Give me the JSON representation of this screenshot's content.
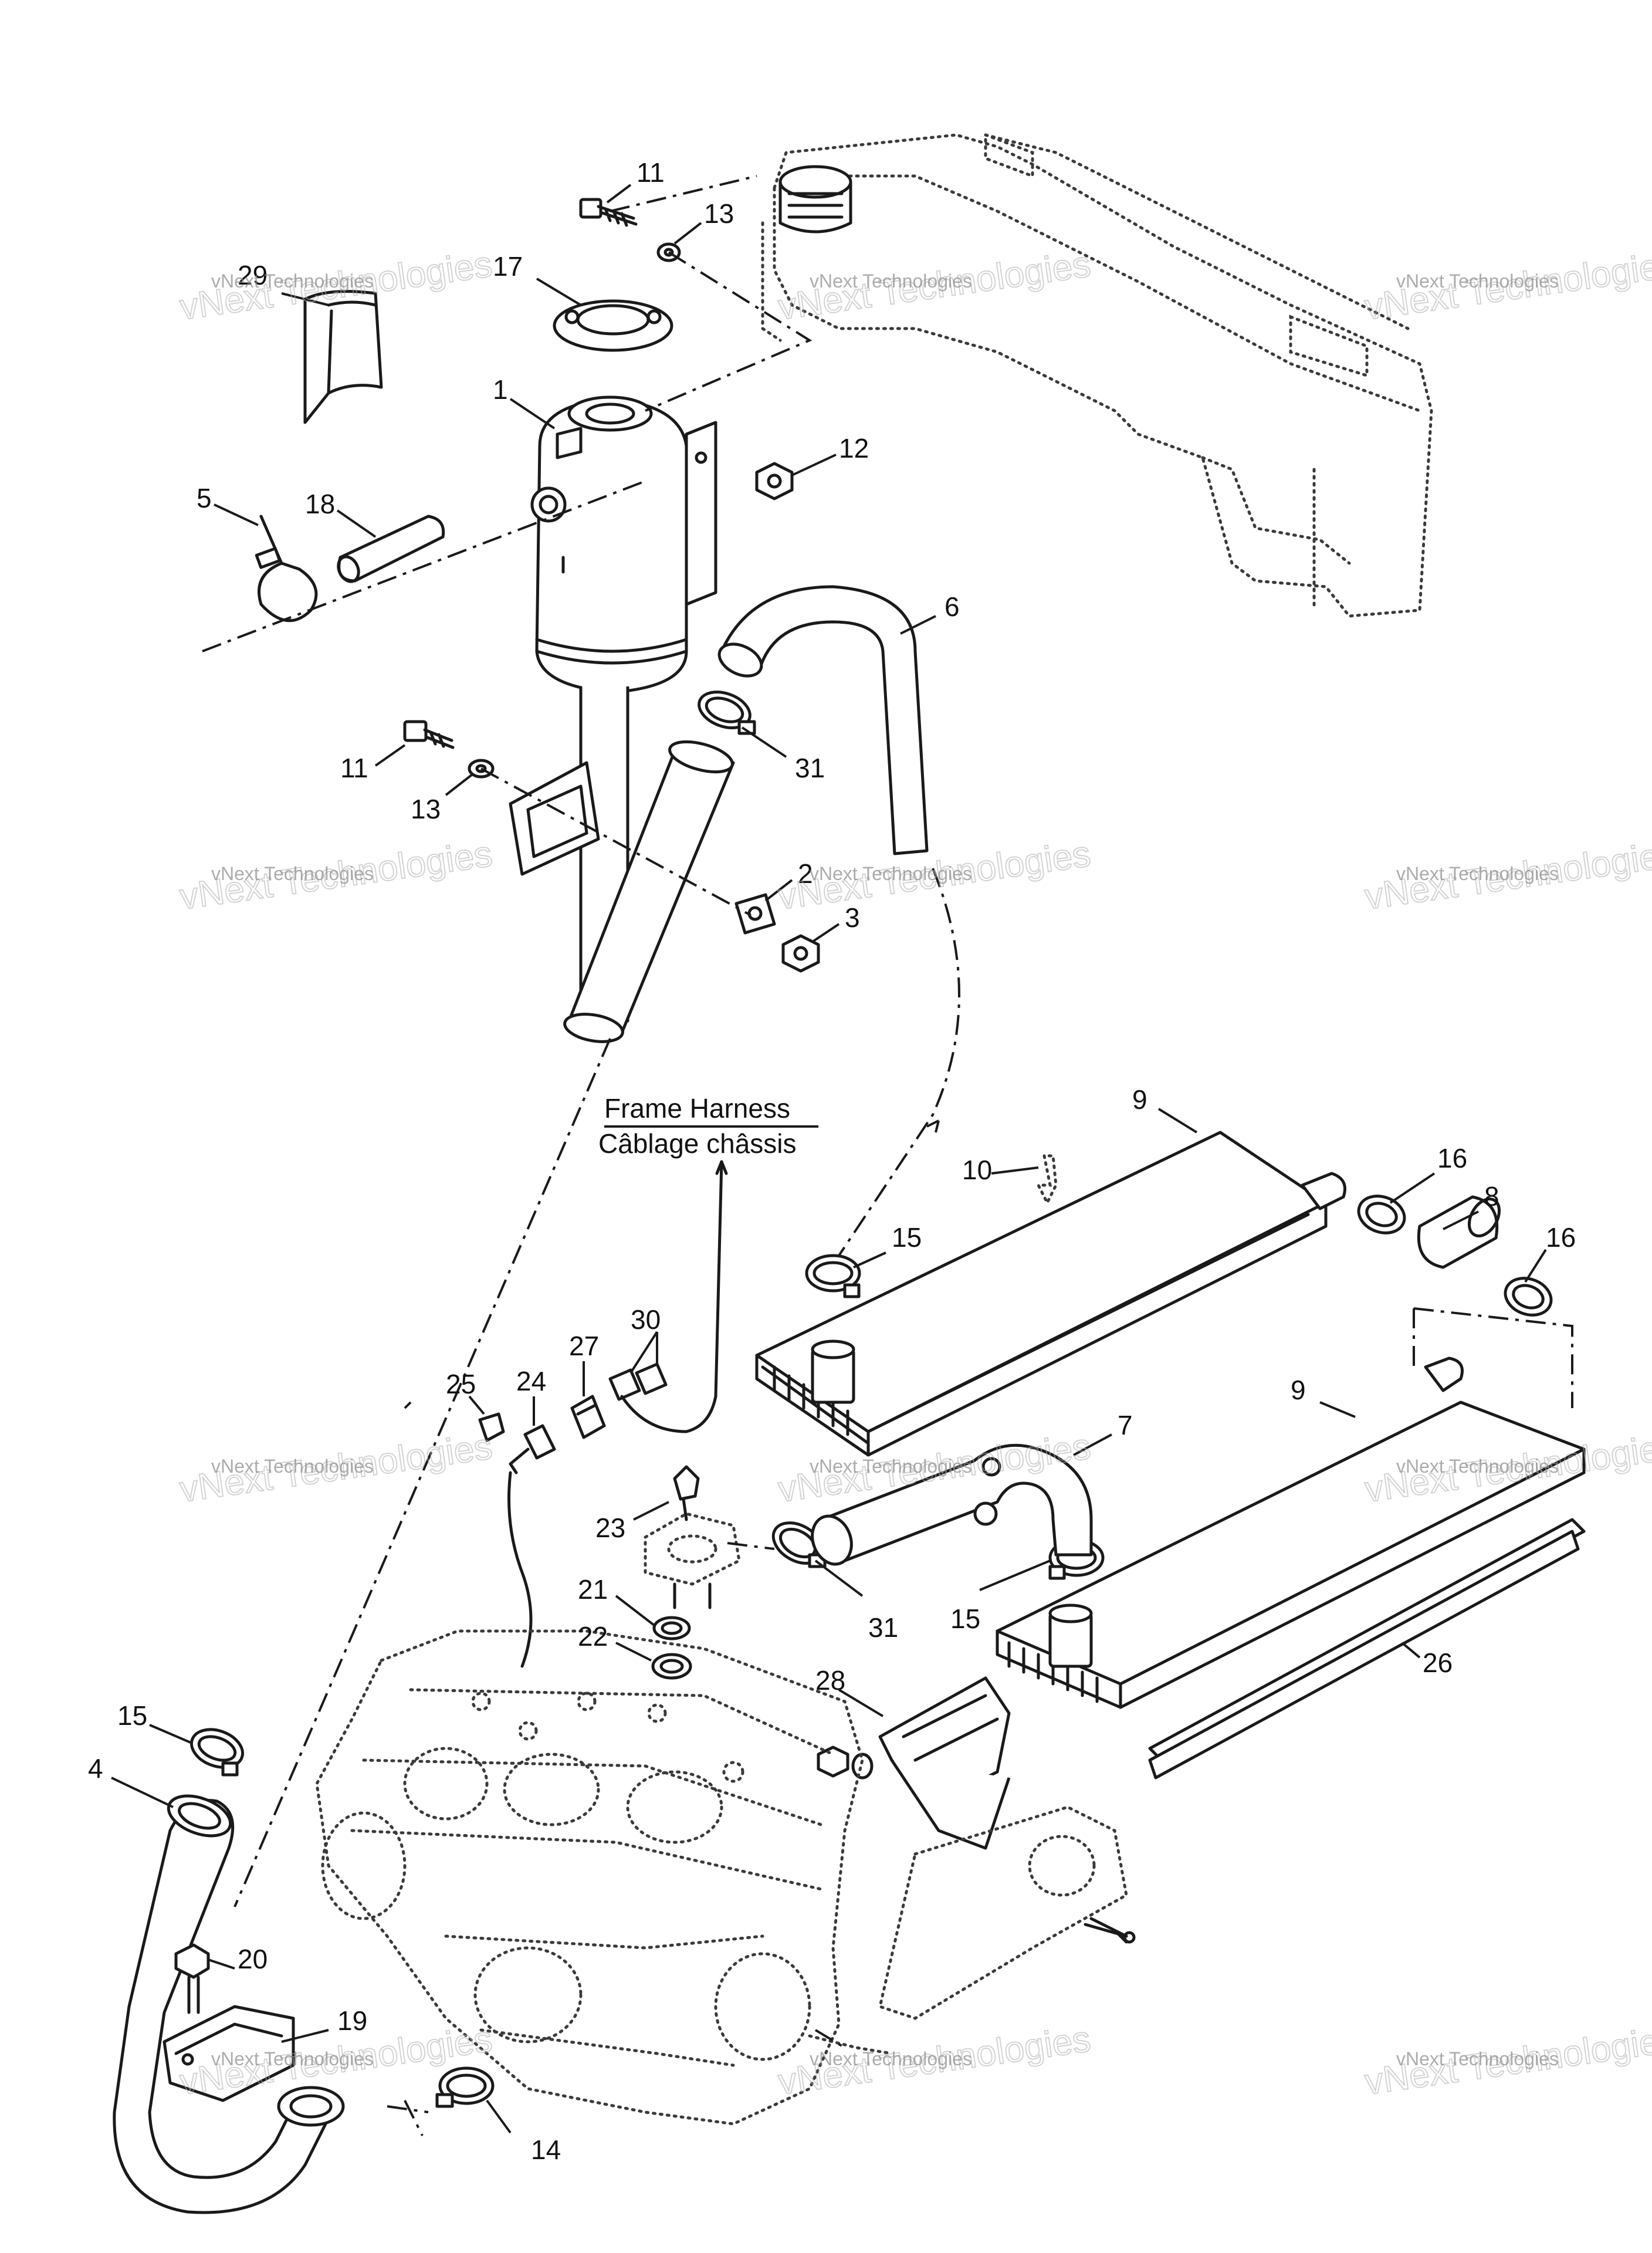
{
  "diagram": {
    "callouts": [
      {
        "id": "c1",
        "text": "1"
      },
      {
        "id": "c2",
        "text": "2"
      },
      {
        "id": "c3",
        "text": "3"
      },
      {
        "id": "c4",
        "text": "4"
      },
      {
        "id": "c5",
        "text": "5"
      },
      {
        "id": "c6",
        "text": "6"
      },
      {
        "id": "c7",
        "text": "7"
      },
      {
        "id": "c8",
        "text": "8"
      },
      {
        "id": "c9a",
        "text": "9"
      },
      {
        "id": "c9b",
        "text": "9"
      },
      {
        "id": "c10",
        "text": "10"
      },
      {
        "id": "c11a",
        "text": "11"
      },
      {
        "id": "c11b",
        "text": "11"
      },
      {
        "id": "c12",
        "text": "12"
      },
      {
        "id": "c13a",
        "text": "13"
      },
      {
        "id": "c13b",
        "text": "13"
      },
      {
        "id": "c14",
        "text": "14"
      },
      {
        "id": "c15a",
        "text": "15"
      },
      {
        "id": "c15b",
        "text": "15"
      },
      {
        "id": "c15c",
        "text": "15"
      },
      {
        "id": "c16a",
        "text": "16"
      },
      {
        "id": "c16b",
        "text": "16"
      },
      {
        "id": "c17",
        "text": "17"
      },
      {
        "id": "c18",
        "text": "18"
      },
      {
        "id": "c19",
        "text": "19"
      },
      {
        "id": "c20",
        "text": "20"
      },
      {
        "id": "c21",
        "text": "21"
      },
      {
        "id": "c22",
        "text": "22"
      },
      {
        "id": "c23",
        "text": "23"
      },
      {
        "id": "c24",
        "text": "24"
      },
      {
        "id": "c25",
        "text": "25"
      },
      {
        "id": "c26",
        "text": "26"
      },
      {
        "id": "c27",
        "text": "27"
      },
      {
        "id": "c28",
        "text": "28"
      },
      {
        "id": "c29",
        "text": "29"
      },
      {
        "id": "c30",
        "text": "30"
      },
      {
        "id": "c31a",
        "text": "31"
      },
      {
        "id": "c31b",
        "text": "31"
      }
    ],
    "harness_label": {
      "line1": "Frame Harness",
      "line2": "Câblage châssis"
    },
    "watermark": {
      "big": "vNext Technologies",
      "small": "vNext Technologies"
    }
  },
  "colors": {
    "line": "#1a1a1a",
    "background": "#ffffff",
    "watermark": "#a8a8a8"
  }
}
